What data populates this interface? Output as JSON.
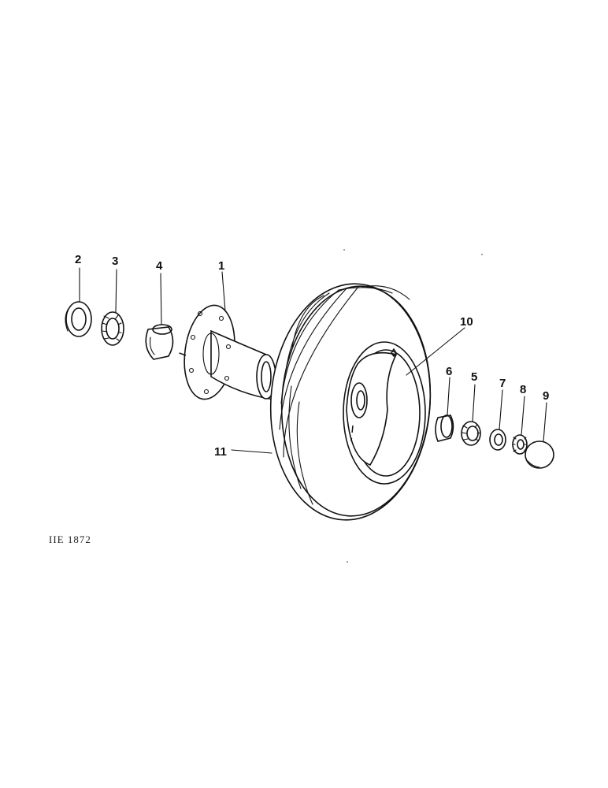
{
  "figure_code": "IIE 1872",
  "callouts": {
    "c1": "1",
    "c2": "2",
    "c3": "3",
    "c4": "4",
    "c5": "5",
    "c6": "6",
    "c7": "7",
    "c8": "8",
    "c9": "9",
    "c10": "10",
    "c11": "11"
  }
}
